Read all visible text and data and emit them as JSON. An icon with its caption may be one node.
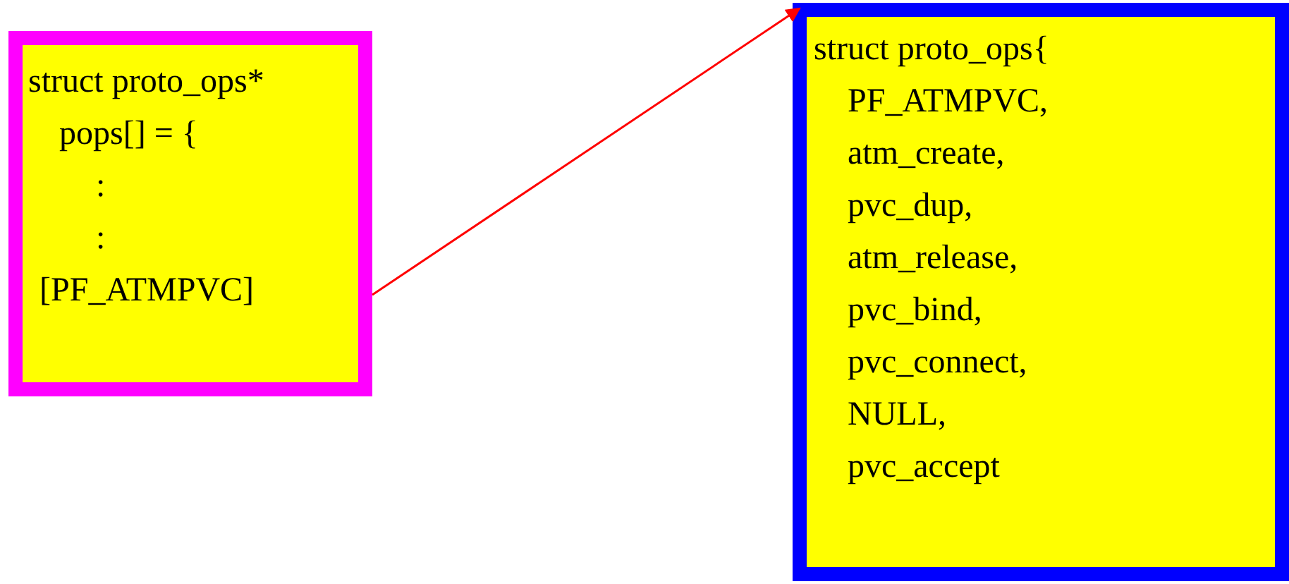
{
  "diagram": {
    "nodes": [
      {
        "text": [
          "struct proto_ops*",
          "pops[] = {",
          ":",
          ":",
          "[PF_ATMPVC]"
        ]
      },
      {
        "text": [
          "struct proto_ops{",
          "PF_ATMPVC,",
          "atm_create,",
          "pvc_dup,",
          "atm_release,",
          "pvc_bind,",
          "pvc_connect,",
          "NULL,",
          "pvc_accept"
        ]
      }
    ],
    "edges": [
      {
        "from": 0,
        "to": 1,
        "arrow": "to"
      }
    ]
  }
}
